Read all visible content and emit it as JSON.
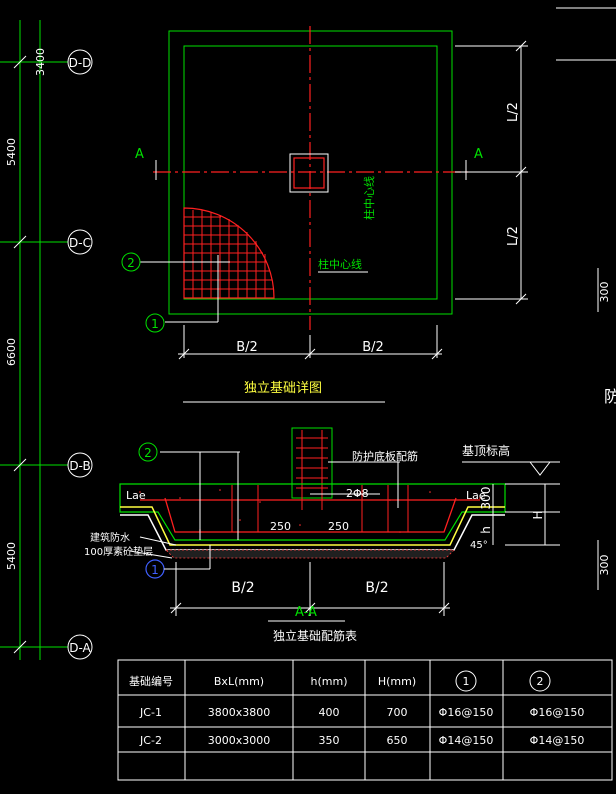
{
  "axes": {
    "grid_labels": [
      "D-D",
      "D-C",
      "D-B",
      "D-A"
    ],
    "dims": [
      "3400",
      "5400",
      "6600",
      "5400"
    ]
  },
  "plan": {
    "label_A_left": "A",
    "label_A_right": "A",
    "L_half_top": "L/2",
    "L_half_bottom": "L/2",
    "B_half_left": "B/2",
    "B_half_right": "B/2",
    "col_center_1": "柱中心线",
    "col_center_2": "柱中心线",
    "callout_1": "1",
    "callout_2": "2",
    "title": "独立基础详图"
  },
  "section": {
    "callout_2": "2",
    "callout_1": "1",
    "protect_rebar": "防护底板配筋",
    "top_elev": "基顶标高",
    "lae_left": "Lae",
    "lae_right": "Lae",
    "bar_2phi8": "2Φ8",
    "d250_left": "250",
    "d250_right": "250",
    "dim_300": "300",
    "dim_h": "h",
    "dim_H": "H",
    "waterproof": "建筑防水",
    "cushion": "100厚素砼垫层",
    "angle": "45°",
    "B_half_left": "B/2",
    "B_half_right": "B/2",
    "title": "A-A"
  },
  "right_edge": {
    "dim_300_a": "300",
    "dim_300_b": "300",
    "char": "防"
  },
  "table": {
    "title": "独立基础配筋表",
    "headers": [
      "基础编号",
      "BxL(mm)",
      "h(mm)",
      "H(mm)",
      "1",
      "2"
    ],
    "rows": [
      [
        "JC-1",
        "3800x3800",
        "400",
        "700",
        "Φ16@150",
        "Φ16@150"
      ],
      [
        "JC-2",
        "3000x3000",
        "350",
        "650",
        "Φ14@150",
        "Φ14@150"
      ]
    ]
  }
}
